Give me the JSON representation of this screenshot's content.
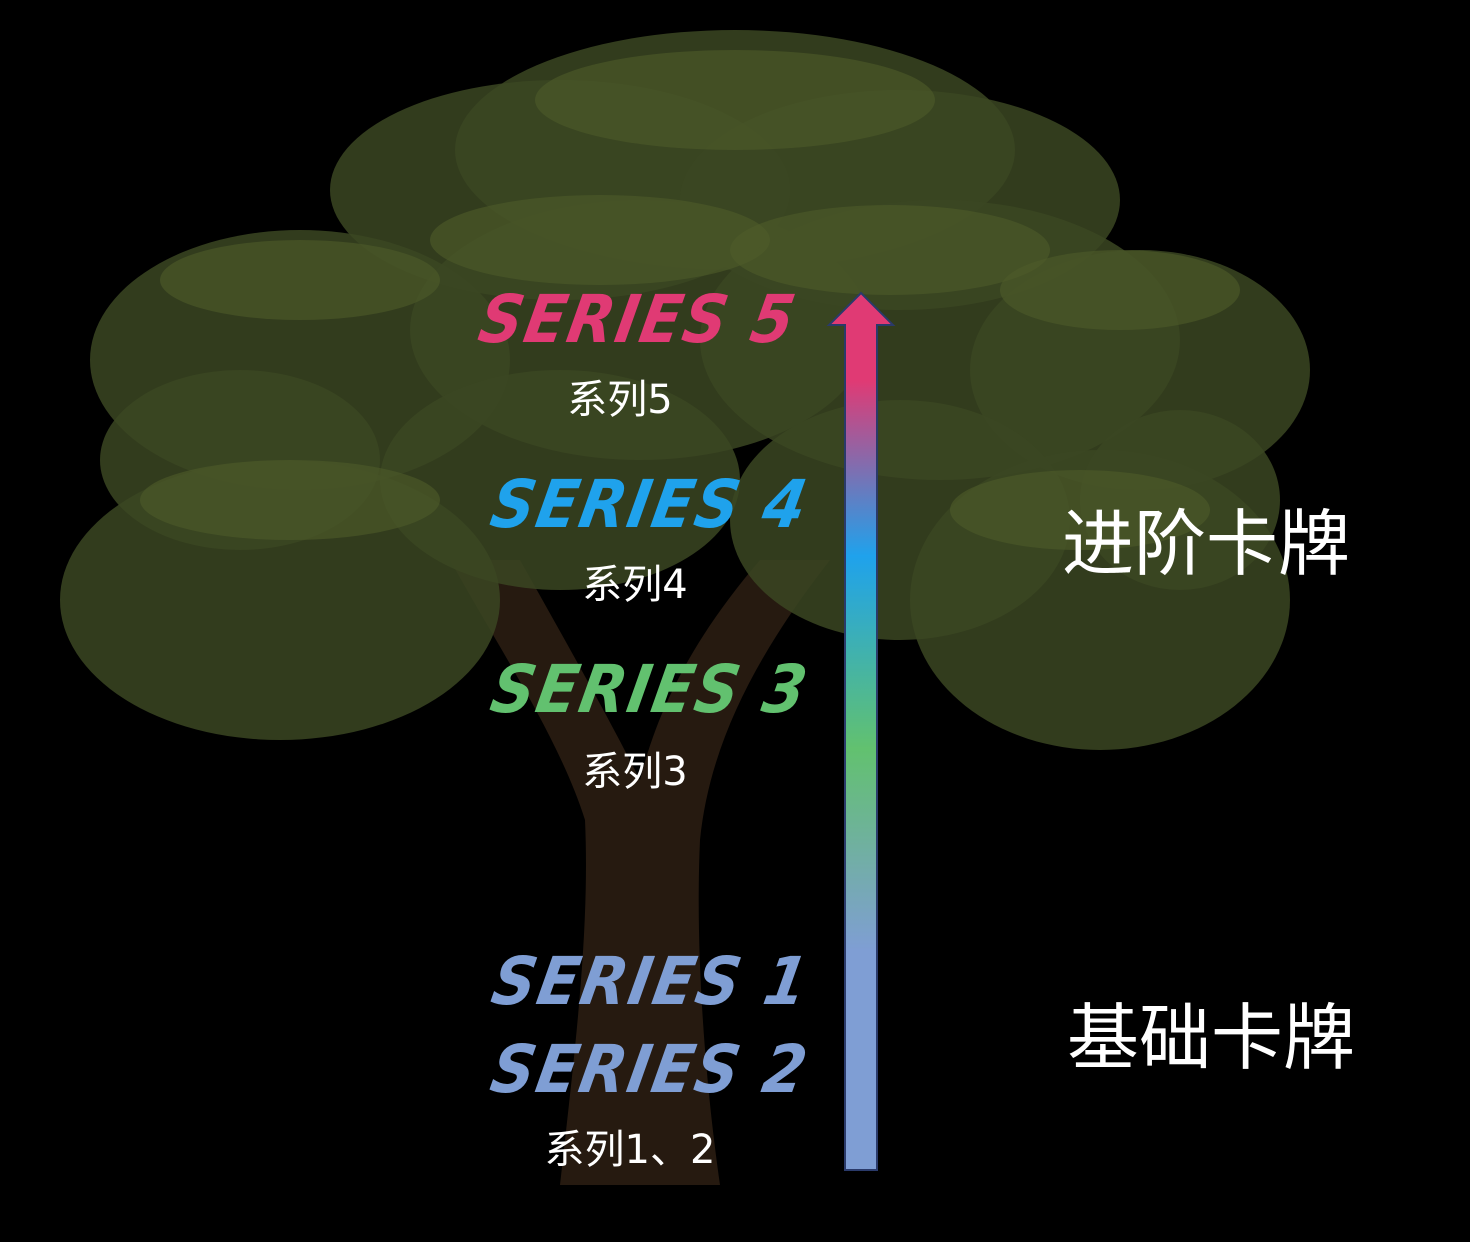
{
  "diagram": {
    "background_color": "#000000",
    "foliage_color": "#3b4722",
    "trunk_color": "#2a1d12",
    "arrow_gradient": [
      "#e03a74",
      "#1fa2ec",
      "#62c16f",
      "#7f9ed4"
    ],
    "levels": [
      {
        "logo": "SERIES 5",
        "caption": "系列5",
        "color": "#e03a74"
      },
      {
        "logo": "SERIES 4",
        "caption": "系列4",
        "color": "#1fa2ec"
      },
      {
        "logo": "SERIES 3",
        "caption": "系列3",
        "color": "#62c16f"
      },
      {
        "logo": "SERIES 1",
        "color": "#7f9ed4"
      },
      {
        "logo": "SERIES 2",
        "caption": "系列1、2",
        "color": "#7f9ed4"
      }
    ],
    "tiers": {
      "advanced": "进阶卡牌",
      "basic": "基础卡牌"
    }
  }
}
